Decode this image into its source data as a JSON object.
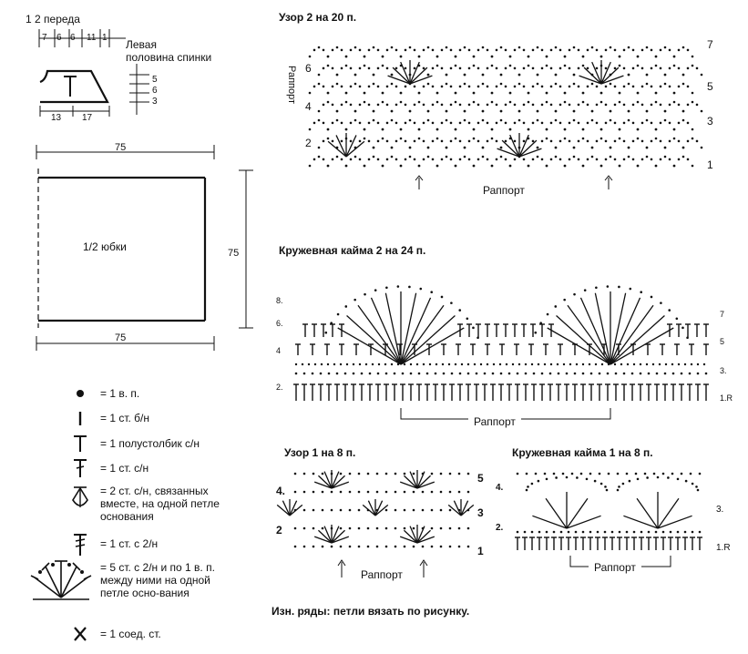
{
  "schematic": {
    "front_label": "1 2 переда",
    "front_dims": [
      "7",
      "6",
      "6",
      "11",
      "1"
    ],
    "back_label_line1": "Левая",
    "back_label_line2": "половина спинки",
    "row_marks": [
      "5",
      "6",
      "3"
    ],
    "bottom_dims": [
      "13",
      "17"
    ],
    "width_top": "75",
    "width_bottom": "75",
    "height": "75",
    "skirt_label": "1/2 юбки"
  },
  "legend": [
    {
      "symbol": "chain-icon",
      "text": "= 1 в. п."
    },
    {
      "symbol": "sc-icon",
      "text": "= 1 ст. б/н"
    },
    {
      "symbol": "hdc-icon",
      "text": "= 1 полустолбик с/н"
    },
    {
      "symbol": "dc-icon",
      "text": "= 1 ст. с/н"
    },
    {
      "symbol": "dc2tog-icon",
      "text": "= 2 ст. с/н, связанных вместе, на одной петле основания"
    },
    {
      "symbol": "tr-icon",
      "text": "= 1 ст. с 2/н"
    },
    {
      "symbol": "shell-icon",
      "text": "= 5 ст. с 2/н и по 1 в. п. между ними на одной петле осно-вания"
    },
    {
      "symbol": "slst-icon",
      "text": "= 1 соед. ст."
    }
  ],
  "pattern2": {
    "title": "Узор 2 на 20 п.",
    "rapport_side": "Раппорт",
    "rapport_bottom": "Раппорт",
    "rows_right": [
      "7",
      "5",
      "3",
      "1"
    ],
    "rows_left": [
      "6",
      "4",
      "2"
    ]
  },
  "lace2": {
    "title": "Кружевная кайма 2 на 24 п.",
    "rapport": "Раппорт",
    "rows_right": [
      "7",
      "5",
      "3.",
      "1.R"
    ],
    "rows_left": [
      "8.",
      "6.",
      "4",
      "2."
    ]
  },
  "pattern1": {
    "title": "Узор 1 на 8 п.",
    "rapport": "Раппорт",
    "rows_right": [
      "5",
      "3",
      "1"
    ],
    "rows_left": [
      "4.",
      "2"
    ]
  },
  "lace1": {
    "title": "Кружевная кайма 1 на 8 п.",
    "rapport": "Раппорт",
    "rows_right": [
      "3.",
      "1.R"
    ],
    "rows_left": [
      "4.",
      "2."
    ]
  },
  "note": "Изн. ряды: петли вязать по рисунку."
}
